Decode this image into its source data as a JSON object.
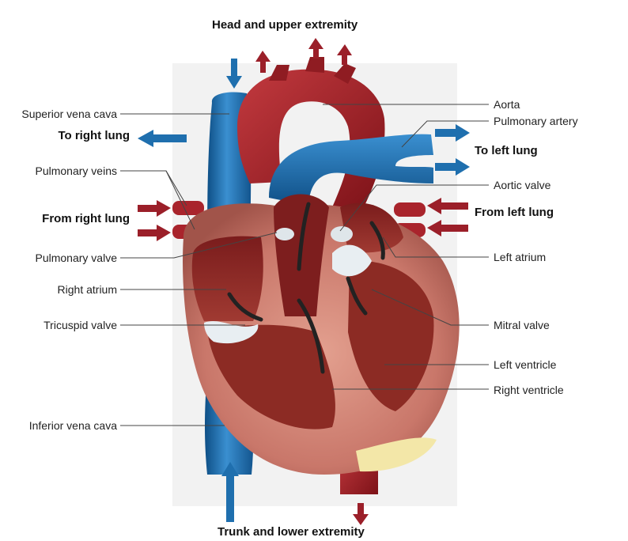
{
  "title_top": "Head and upper extremity",
  "title_bottom": "Trunk and lower extremity",
  "labels_left": {
    "superior_vena_cava": "Superior vena cava",
    "to_right_lung": "To right lung",
    "pulmonary_veins": "Pulmonary veins",
    "from_right_lung": "From right lung",
    "pulmonary_valve": "Pulmonary valve",
    "right_atrium": "Right atrium",
    "tricuspid_valve": "Tricuspid valve",
    "inferior_vena_cava": "Inferior vena cava"
  },
  "labels_right": {
    "aorta": "Aorta",
    "pulmonary_artery": "Pulmonary artery",
    "to_left_lung": "To left lung",
    "aortic_valve": "Aortic valve",
    "from_left_lung": "From left lung",
    "left_atrium": "Left atrium",
    "mitral_valve": "Mitral valve",
    "left_ventricle": "Left ventricle",
    "right_ventricle": "Right ventricle"
  },
  "colors": {
    "deoxygenated_blue": "#1f6fae",
    "oxygenated_red": "#a0202a",
    "muscle": "#c9776a",
    "background_panel": "#f2f2f2"
  }
}
